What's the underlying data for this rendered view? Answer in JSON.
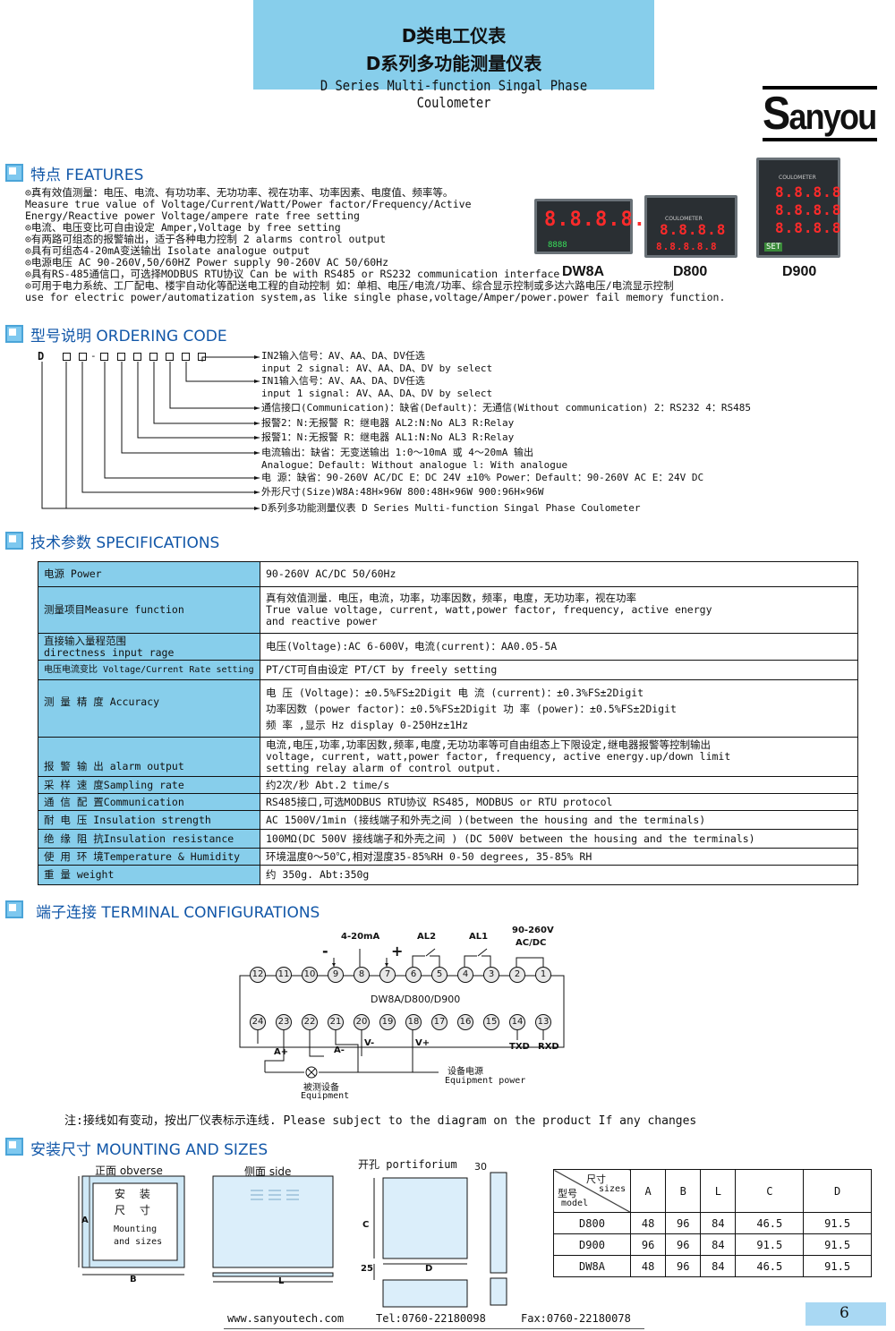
{
  "header": {
    "title_cn_1": "D类电工仪表",
    "title_cn_2": "D系列多功能测量仪表",
    "title_en": "D Series Multi-function Singal Phase Coulometer"
  },
  "logo": {
    "first": "S",
    "rest": "anyou"
  },
  "features": {
    "title": "特点 FEATURES",
    "lines": [
      "⊙真有效值测量：电压、电流、有功功率、无功功率、视在功率、功率因素、电度值、频率等。",
      "  Measure true value of Voltage/Current/Watt/Power factor/Frequency/Active",
      "  Energy/Reactive power Voltage/ampere rate free setting",
      "⊙电流、电压变比可自由设定 Amper,Voltage by free setting",
      "⊙有两路可组态的报警输出，适于各种电力控制  2 alarms control output",
      "⊙具有可组态4-20mA变送输出 Isolate analogue output",
      "⊙电源电压 AC 90-260V,50/60HZ  Power supply 90-260V AC 50/60Hz",
      "⊙具有RS-485通信口，可选择MODBUS RTU协议 Can be with RS485 or RS232 communication interface",
      "⊙可用于电力系统、工厂配电、楼宇自动化等配送电工程的自动控制  如：单相、电压/电流/功率、综合显示控制或多达六路电压/电流显示控制",
      "  use for electric power/automatization system,as like single phase,voltage/Amper/power.power fail memory function."
    ]
  },
  "products": [
    {
      "label": "DW8A",
      "display_main": "8.8.8.8.",
      "display_sub": "8888"
    },
    {
      "label": "D800",
      "display_top": "COULOMETER",
      "display_main": "8.8.8.8",
      "display_sub": "8.8.8.8.8"
    },
    {
      "label": "D900",
      "display_top": "COULOMETER",
      "display_main": "8.8.8.8",
      "display_sub": "SET"
    }
  ],
  "ordering": {
    "title": "型号说明 ORDERING CODE",
    "code_prefix": "D",
    "lines": [
      "IN2输入信号：AV、AA、DA、DV任选",
      "input 2 signal: AV、AA、DA、DV by select",
      "IN1输入信号：AV、AA、DA、DV任选",
      "input 1 signal: AV、AA、DA、DV by select",
      "通信接口(Communication)：缺省(Default)：无通信(Without communication)  2：RS232   4：RS485",
      "报警2：N:无报警  R：继电器 AL2:N:No AL3  R:Relay",
      "报警1：N:无报警  R：继电器 AL1:N:No AL3  R:Relay",
      "电流输出：缺省：无变送输出 1:0～10mA  或  4～20mA 输出",
      "Analogue：Default: Without analogue  l: With analogue",
      "电   源：缺省：90-260V AC/DC  E：DC 24V ±10%  Power：Default：90-260V AC  E：24V DC",
      "外形尺寸(Size)W8A:48H×96W  800:48H×96W  900:96H×96W",
      "D系列多功能测量仪表 D Series  Multi-function Singal Phase Coulometer"
    ]
  },
  "specs": {
    "title": "技术参数 SPECIFICATIONS",
    "rows": [
      {
        "k": "电源 Power",
        "v": [
          "90-260V AC/DC  50/60Hz"
        ]
      },
      {
        "k": "测量项目Measure function",
        "v": [
          "真有效值测量．电压，电流，功率，功率因数，频率，电度，无功功率，视在功率",
          "True value voltage, current, watt,power factor, frequency, active energy",
          "and reactive power"
        ]
      },
      {
        "k": "直接输入量程范围\ndirectness input rage",
        "v": [
          "电压(Voltage):AC 6-600V，电流(current)：AA0.05-5A"
        ]
      },
      {
        "k": "电压电流变比 Voltage/Current Rate setting",
        "v": [
          "PT/CT可自由设定 PT/CT by freely setting"
        ]
      },
      {
        "k": "测 量 精 度 Accuracy",
        "v": [
          "电 压 (Voltage)：±0.5%FS±2Digit   电 流 (current)：±0.3%FS±2Digit",
          "功率因数 (power factor)：±0.5%FS±2Digit 功 率 (power)：±0.5%FS±2Digit",
          "频 率 ,显示 Hz display  0-250Hz±1Hz"
        ]
      },
      {
        "k": "报 警 输 出 alarm output",
        "v": [
          "电流,电压,功率,功率因数,频率,电度,无功功率等可自由组态上下限设定,继电器报警等控制输出",
          "voltage, current, watt,power factor, frequency, active energy.up/down limit",
          "setting relay alarm of control output."
        ]
      },
      {
        "k": "采 样 速 度Sampling rate",
        "v": [
          "约2次/秒 Abt.2 time/s"
        ]
      },
      {
        "k": "通 信 配 置Communication",
        "v": [
          "RS485接口,可选MODBUS RTU协议 RS485, MODBUS or RTU protocol"
        ]
      },
      {
        "k": "耐 电 压  Insulation strength",
        "v": [
          "AC 1500V/1min (接线端子和外壳之间 )(between the housing and the terminals)"
        ]
      },
      {
        "k": "绝 缘 阻 抗Insulation resistance",
        "v": [
          "100MΩ(DC 500V 接线端子和外壳之间 )    (DC 500V between the housing and the terminals)"
        ]
      },
      {
        "k": "使 用 环 境Temperature & Humidity",
        "v": [
          "环境温度0～50℃,相对湿度35-85%RH  0-50 degrees, 35-85% RH"
        ]
      },
      {
        "k": "重      量 weight",
        "v": [
          "约 350g. Abt:350g"
        ]
      }
    ]
  },
  "terminals": {
    "title": "端子连接 TERMINAL CONFIGURATIONS",
    "top_row": [
      "12",
      "11",
      "10",
      "9",
      "8",
      "7",
      "6",
      "5",
      "4",
      "3",
      "2",
      "1"
    ],
    "bottom_row": [
      "24",
      "23",
      "22",
      "21",
      "20",
      "19",
      "18",
      "17",
      "16",
      "15",
      "14",
      "13"
    ],
    "model": "DW8A/D800/D900",
    "label_4_20": "4-20mA",
    "label_minus": "-",
    "label_plus": "+",
    "label_al2": "AL2",
    "label_al1": "AL1",
    "label_power_1": "90-260V",
    "label_power_2": "AC/DC",
    "label_a_plus": "A+",
    "label_a_minus": "A-",
    "label_v_minus": "V-",
    "label_v_plus": "V+",
    "label_txd": "TXD",
    "label_rxd": "RXD",
    "label_equip_power_cn": "设备电源",
    "label_equip_power_en": "Equipment power",
    "label_equip_cn": "被测设备",
    "label_equip_en": "Equipment",
    "note": "注:接线如有变动，按出厂仪表标示连线.  Please subject to the diagram on the product If any changes"
  },
  "mounting": {
    "title": "安装尺寸 MOUNTING AND SIZES",
    "obverse": "正面 obverse",
    "side": "侧面 side",
    "hole": "开孔 portiforium",
    "install_cn_1": "安  装",
    "install_cn_2": "尺  寸",
    "install_en_1": "Mounting",
    "install_en_2": "and sizes",
    "dim_A": "A",
    "dim_B": "B",
    "dim_L": "L",
    "dim_C": "C",
    "dim_D": "D",
    "dim_25": "25",
    "dim_30": "30",
    "table": {
      "corner_size": "尺寸",
      "corner_sizes": "sizes",
      "corner_model_cn": "型号",
      "corner_model": "model",
      "headers": [
        "A",
        "B",
        "L",
        "C",
        "D"
      ],
      "rows": [
        [
          "D800",
          "48",
          "96",
          "84",
          "46.5",
          "91.5"
        ],
        [
          "D900",
          "96",
          "96",
          "84",
          "91.5",
          "91.5"
        ],
        [
          "DW8A",
          "48",
          "96",
          "84",
          "46.5",
          "91.5"
        ]
      ]
    }
  },
  "footer": {
    "web": "www.sanyoutech.com",
    "tel": "Tel:0760-22180098",
    "fax": "Fax:0760-22180078",
    "page": "6"
  }
}
